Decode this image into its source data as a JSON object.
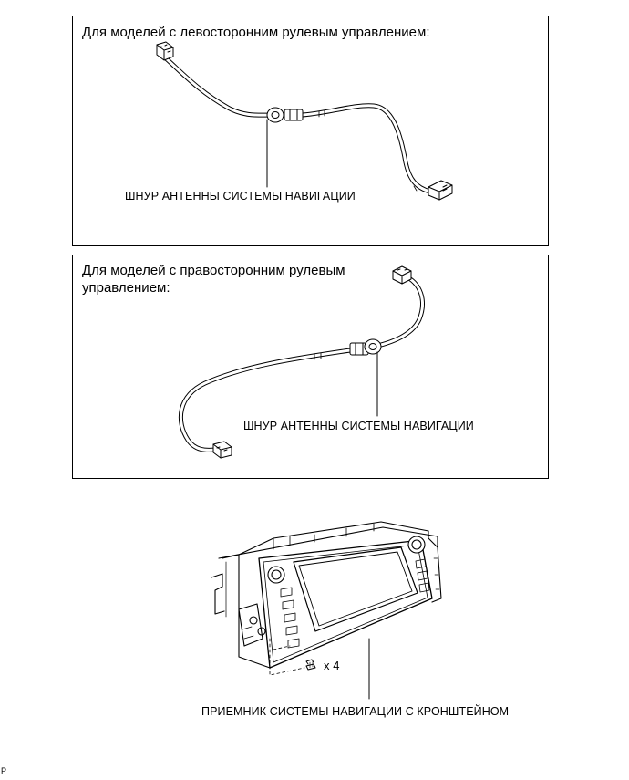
{
  "panels": {
    "lhd": {
      "heading": "Для моделей с левосторонним рулевым управлением:"
    },
    "rhd": {
      "heading": "Для моделей с правосторонним рулевым\nуправлением:"
    }
  },
  "labels": {
    "antenna_cord_lhd": "ШНУР АНТЕННЫ СИСТЕМЫ НАВИГАЦИИ",
    "antenna_cord_rhd": "ШНУР АНТЕННЫ СИСТЕМЫ НАВИГАЦИИ",
    "receiver": "ПРИЕМНИК СИСТЕМЫ НАВИГАЦИИ С КРОНШТЕЙНОМ",
    "screw_qty": "x 4",
    "corner_mark": "P"
  },
  "icons": [
    "connector-icon",
    "ferrite-core-icon",
    "screw-icon"
  ]
}
